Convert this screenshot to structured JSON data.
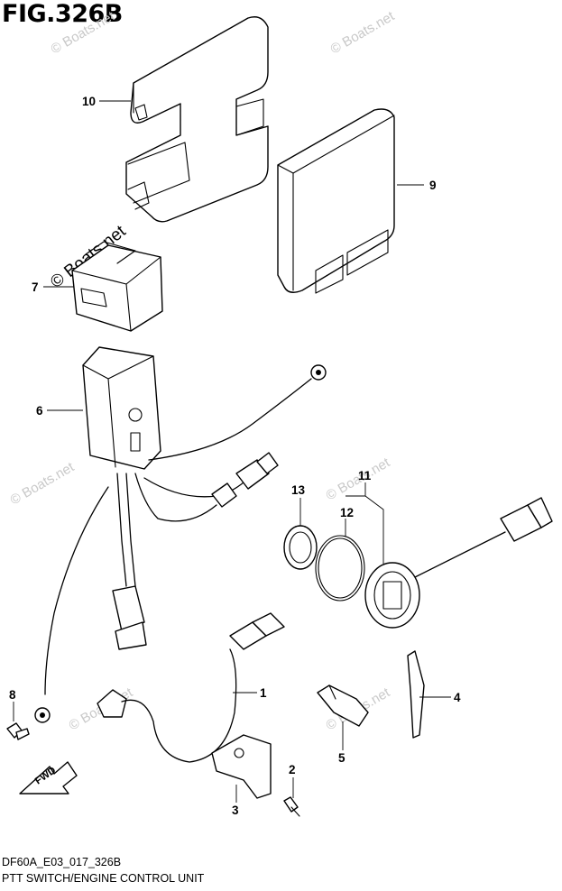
{
  "figure": {
    "title": "FIG.326B",
    "code": "DF60A_E03_017_326B",
    "subtitle": "PTT SWITCH/ENGINE CONTROL UNIT"
  },
  "watermark": "© Boats.net",
  "direction_label": "FWD",
  "callouts": {
    "c1": "1",
    "c2": "2",
    "c3": "3",
    "c4": "4",
    "c5": "5",
    "c6": "6",
    "c7": "7",
    "c8": "8",
    "c9": "9",
    "c10": "10",
    "c11": "11",
    "c12": "12",
    "c13": "13"
  }
}
